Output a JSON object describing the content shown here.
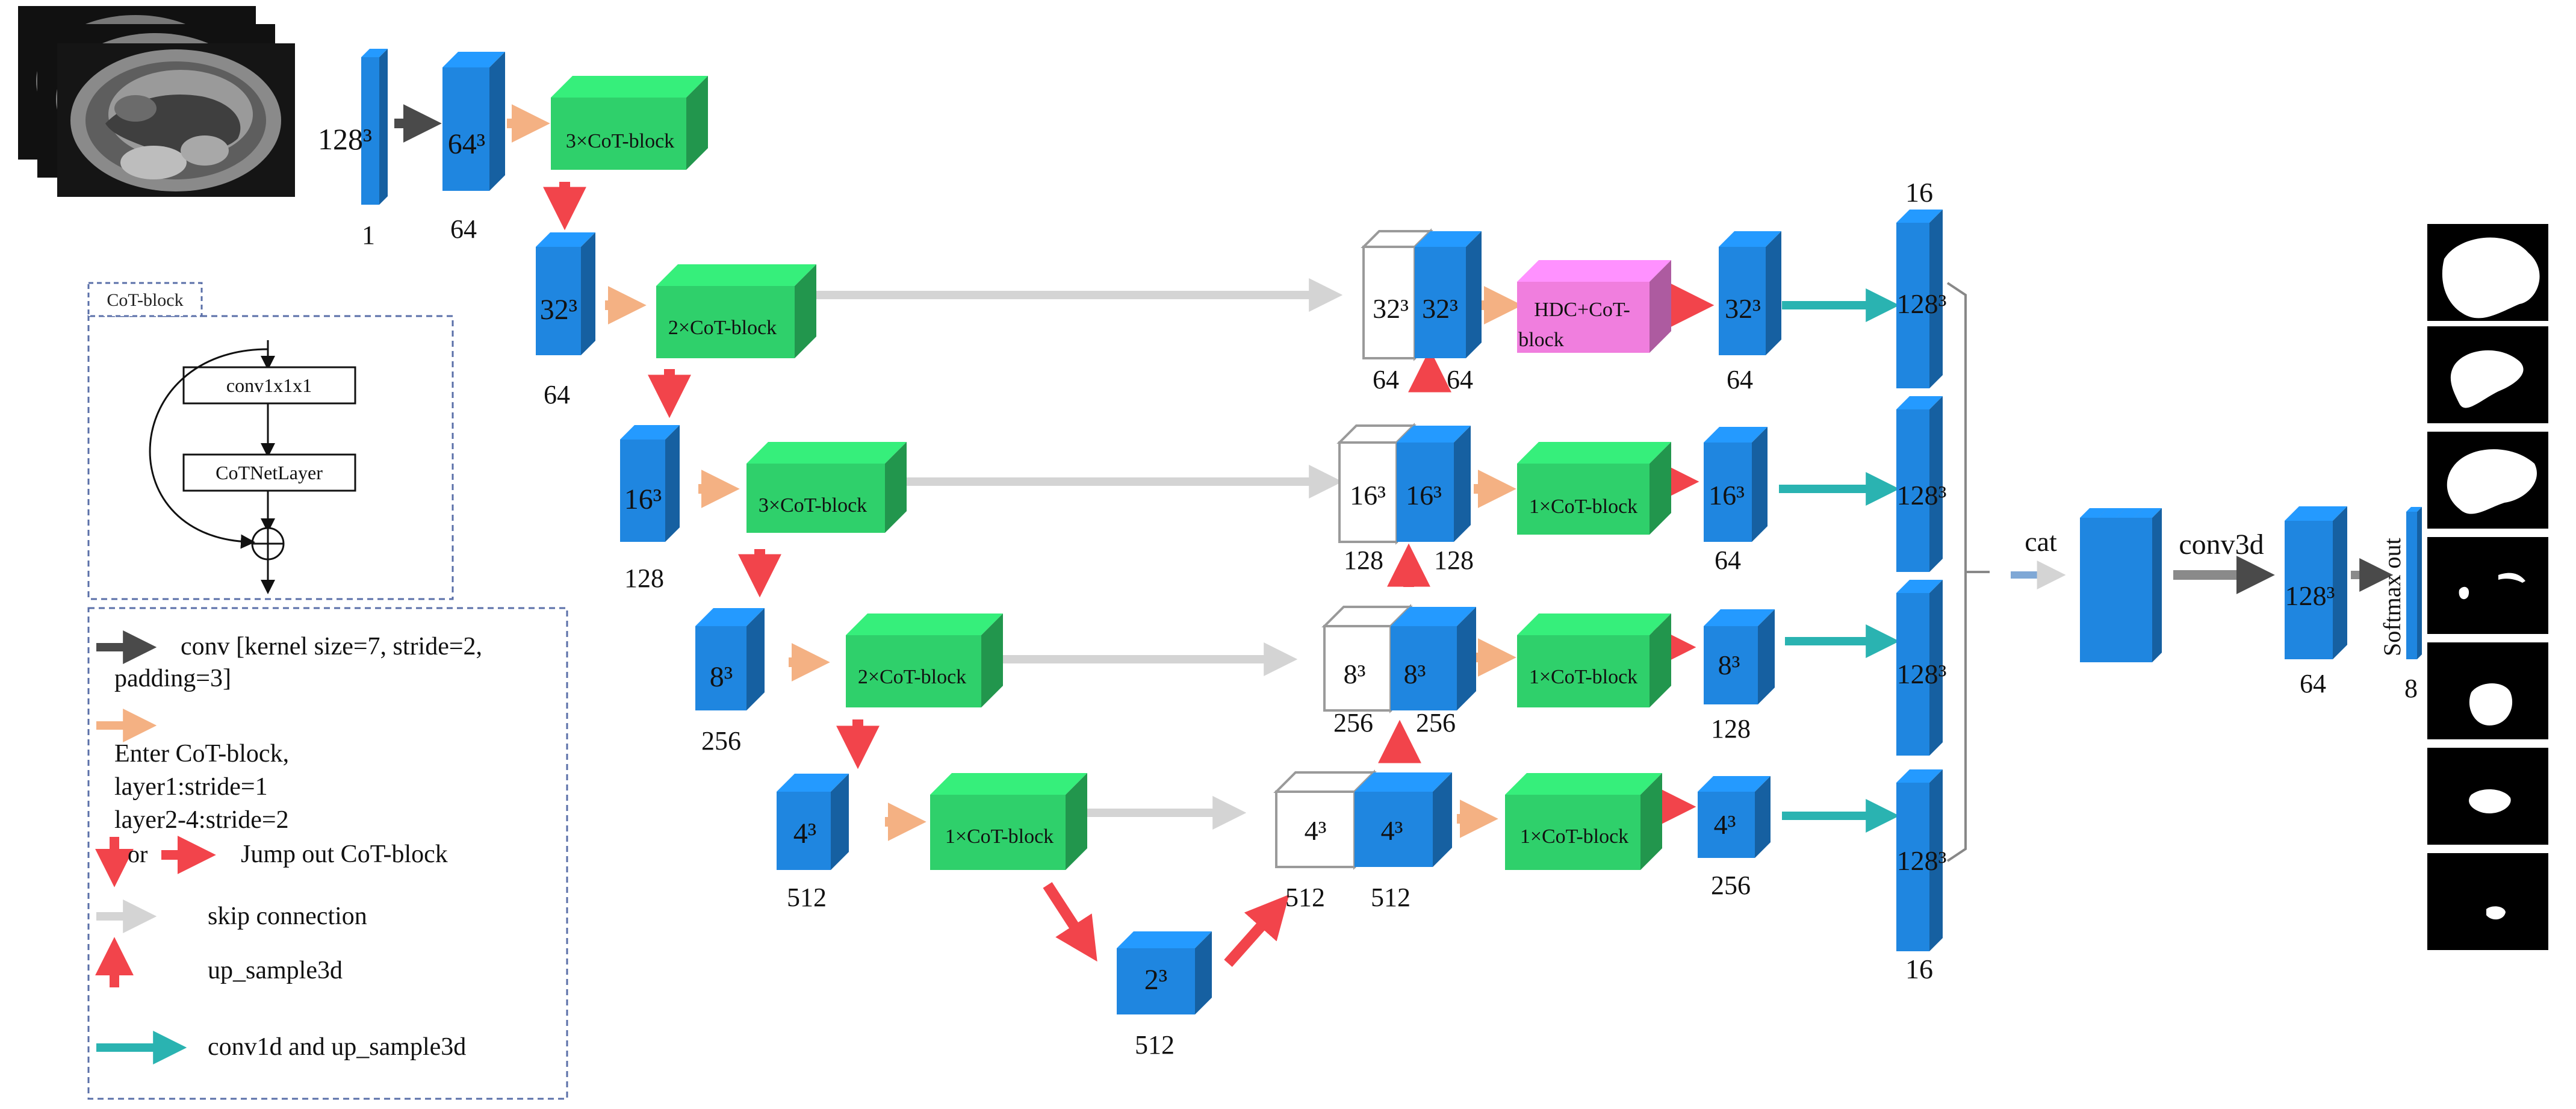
{
  "colors": {
    "blue": "#1f86e0",
    "green": "#2fd06b",
    "pink": "#f07ede",
    "ghost": "#ffffff",
    "dark_arrow": "#4a4a4a",
    "orange_arrow": "#f4b183",
    "red_arrow": "#f2444b",
    "gray_arrow": "#d4d4d4",
    "teal_arrow": "#2ab3b1",
    "legend_border": "#5a6fa8"
  },
  "input": {
    "slice_icon": "mri-slice-stack"
  },
  "encoder": {
    "input_size": "128³",
    "input_channels": "1",
    "stem_size": "64³",
    "stem_channels": "64",
    "stage1_block": "3×CoT-block",
    "l1_size": "32³",
    "l1_channels": "64",
    "l1_block": "2×CoT-block",
    "l2_size": "16³",
    "l2_channels": "128",
    "l2_block": "3×CoT-block",
    "l3_size": "8³",
    "l3_channels": "256",
    "l3_block": "2×CoT-block",
    "l4_size": "4³",
    "l4_channels": "512",
    "l4_block": "1×CoT-block",
    "bottom_size": "2³",
    "bottom_channels": "512"
  },
  "decoder": {
    "d1_skip_size": "32³",
    "d1_skip_channels": "64",
    "d1_up_size": "32³",
    "d1_up_channels": "64",
    "d1_block_line1": "HDC+CoT-",
    "d1_block_line2": "block",
    "d1_out_size": "32³",
    "d1_out_channels": "64",
    "d2_skip_size": "16³",
    "d2_skip_channels": "128",
    "d2_up_size": "16³",
    "d2_up_channels": "128",
    "d2_block": "1×CoT-block",
    "d2_out_size": "16³",
    "d2_out_channels": "64",
    "d3_skip_size": "8³",
    "d3_skip_channels": "256",
    "d3_up_size": "8³",
    "d3_up_channels": "256",
    "d3_block": "1×CoT-block",
    "d3_out_size": "8³",
    "d3_out_channels": "128",
    "d4_skip_size": "4³",
    "d4_skip_channels": "512",
    "d4_up_size": "4³",
    "d4_up_channels": "512",
    "d4_block": "1×CoT-block",
    "d4_out_size": "4³",
    "d4_out_channels": "256"
  },
  "head": {
    "top_channels": "16",
    "bottom_channels": "16",
    "feature_size": "128³",
    "cat_label": "cat",
    "conv3d_label": "conv3d",
    "out_size": "128³",
    "out_channels": "64",
    "softmax_label": "Softmax out",
    "softmax_channels": "8"
  },
  "cot_inset": {
    "title": "CoT-block",
    "conv_label": "conv1x1x1",
    "layer_label": "CoTNetLayer"
  },
  "legend": {
    "conv_line1": "conv [kernel size=7, stride=2,",
    "conv_line2": "padding=3]",
    "enter_line1": "Enter CoT-block,",
    "enter_line2": "layer1:stride=1",
    "enter_line3": "layer2-4:stride=2",
    "or_label": "or",
    "jump_label": "Jump out CoT-block",
    "skip_label": "skip connection",
    "up_label": "up_sample3d",
    "teal_label": "conv1d and up_sample3d"
  },
  "outputs": {
    "mask_count": 7
  }
}
